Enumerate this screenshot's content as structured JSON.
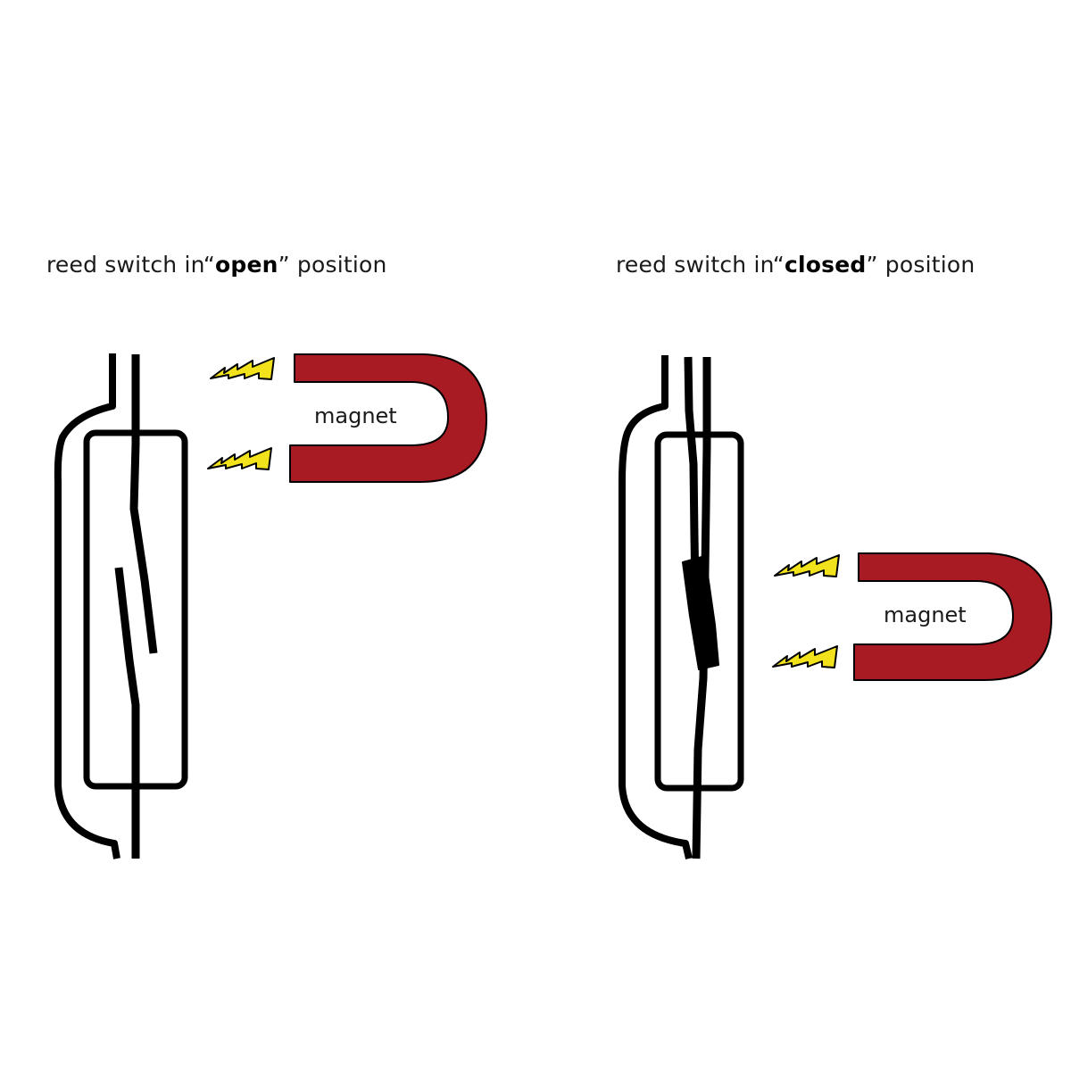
{
  "panels": {
    "open": {
      "caption_prefix": "reed switch in",
      "quote_open": "“",
      "state_word": "open",
      "quote_close": "”",
      "caption_suffix": " position",
      "magnet_label": "magnet"
    },
    "closed": {
      "caption_prefix": "reed switch in",
      "quote_open": "“",
      "state_word": "closed",
      "quote_close": "”",
      "caption_suffix": " position",
      "magnet_label": "magnet"
    }
  },
  "colors": {
    "magnet_fill": "#a81b23",
    "magnetic_field": "#f2e21c",
    "outline": "#000000",
    "background": "#ffffff"
  }
}
